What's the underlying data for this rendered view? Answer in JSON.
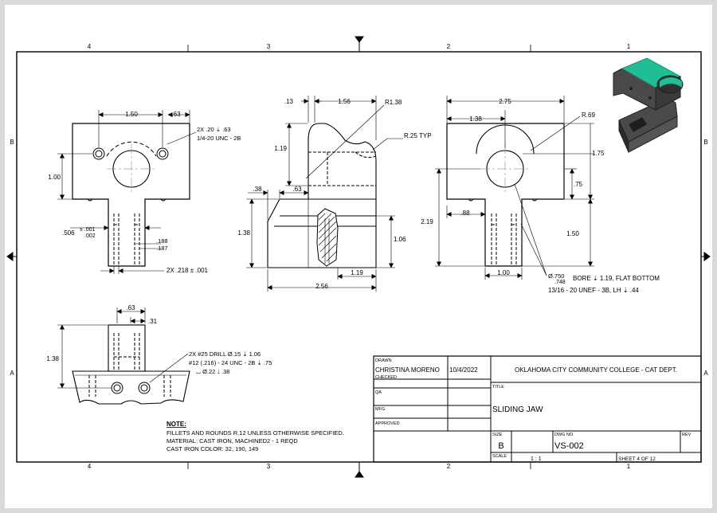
{
  "zones": {
    "top": [
      "4",
      "3",
      "2",
      "1"
    ],
    "bottom": [
      "4",
      "3",
      "2",
      "1"
    ],
    "left": [
      "B",
      "A"
    ],
    "right": [
      "B",
      "A"
    ]
  },
  "front_view": {
    "dim_width": "1.50",
    "dim_right": ".63",
    "dim_height": "1.00",
    "dim_slot": ".506",
    "tol_slot_upper": "± .001",
    "tol_slot_lower": ".002",
    "dim_188": ".188",
    "dim_187": ".187",
    "note_holes_1": "2X .20 ⇣ .63",
    "note_holes_2": "1/4-20 UNC - 2B",
    "note_bottom": "2X .218 ± .001"
  },
  "side_view": {
    "dim_13": ".13",
    "dim_156": "1.56",
    "dim_r138": "R1.38",
    "dim_r25": "R.25 TYP",
    "dim_119_top": "1.19",
    "dim_38": ".38",
    "dim_63": ".63",
    "dim_138": "1.38",
    "dim_106": "1.06",
    "dim_119_bottom": "1.19",
    "dim_256": "2.56"
  },
  "rear_view": {
    "dim_275": "2.75",
    "dim_138": "1.38",
    "dim_r69": "R.69",
    "dim_175": "1.75",
    "dim_75": ".75",
    "dim_219": "2.19",
    "dim_88": ".88",
    "dim_150": "1.50",
    "dim_100": "1.00",
    "bore_dia": "Ø.750",
    "bore_dia2": ".748",
    "bore_note": "BORE ⇣ 1.19, FLAT BOTTOM",
    "thread_note": "13/16 - 20 UNEF - 3B, LH ⇣ .44"
  },
  "bottom_view": {
    "dim_63": ".63",
    "dim_31": ".31",
    "dim_138": "1.38",
    "drill_1": "2X #25 DRILL Ø.15 ⇣ 1.06",
    "drill_2": "#12 (.216) - 24 UNC - 2B ⇣ .75",
    "drill_3": "⌴ Ø.22 ⇣ .38"
  },
  "notes": {
    "heading": "NOTE:",
    "line1": "FILLETS AND ROUNDS R.12 UNLESS OTHERWISE SPECIFIED.",
    "line2": "MATERIAL: CAST IRON, MACHINED2 - 1 REQD",
    "line3": "CAST IRON COLOR: 32, 190, 149"
  },
  "title_block": {
    "drawn_label": "DRAWN",
    "drawn_name": "CHRISTINA MORENO",
    "drawn_date": "10/4/2022",
    "checked_label": "CHECKED",
    "qa_label": "QA",
    "mfg_label": "MFG",
    "approved_label": "APPROVED",
    "organization": "OKLAHOMA CITY COMMUNITY COLLEGE - CAT DEPT.",
    "title_label": "TITLE",
    "title": "SLIDING JAW",
    "size_label": "SIZE",
    "size": "B",
    "dwg_label": "DWG NO",
    "dwg_no": "VS-002",
    "rev_label": "REV",
    "scale_label": "SCALE",
    "scale": "1 : 1",
    "sheet": "SHEET 4  OF 12"
  },
  "colors": {
    "iso_accent": "#20BE95",
    "iso_body": "#4a4a4a",
    "iso_dark": "#2b2b2b"
  }
}
